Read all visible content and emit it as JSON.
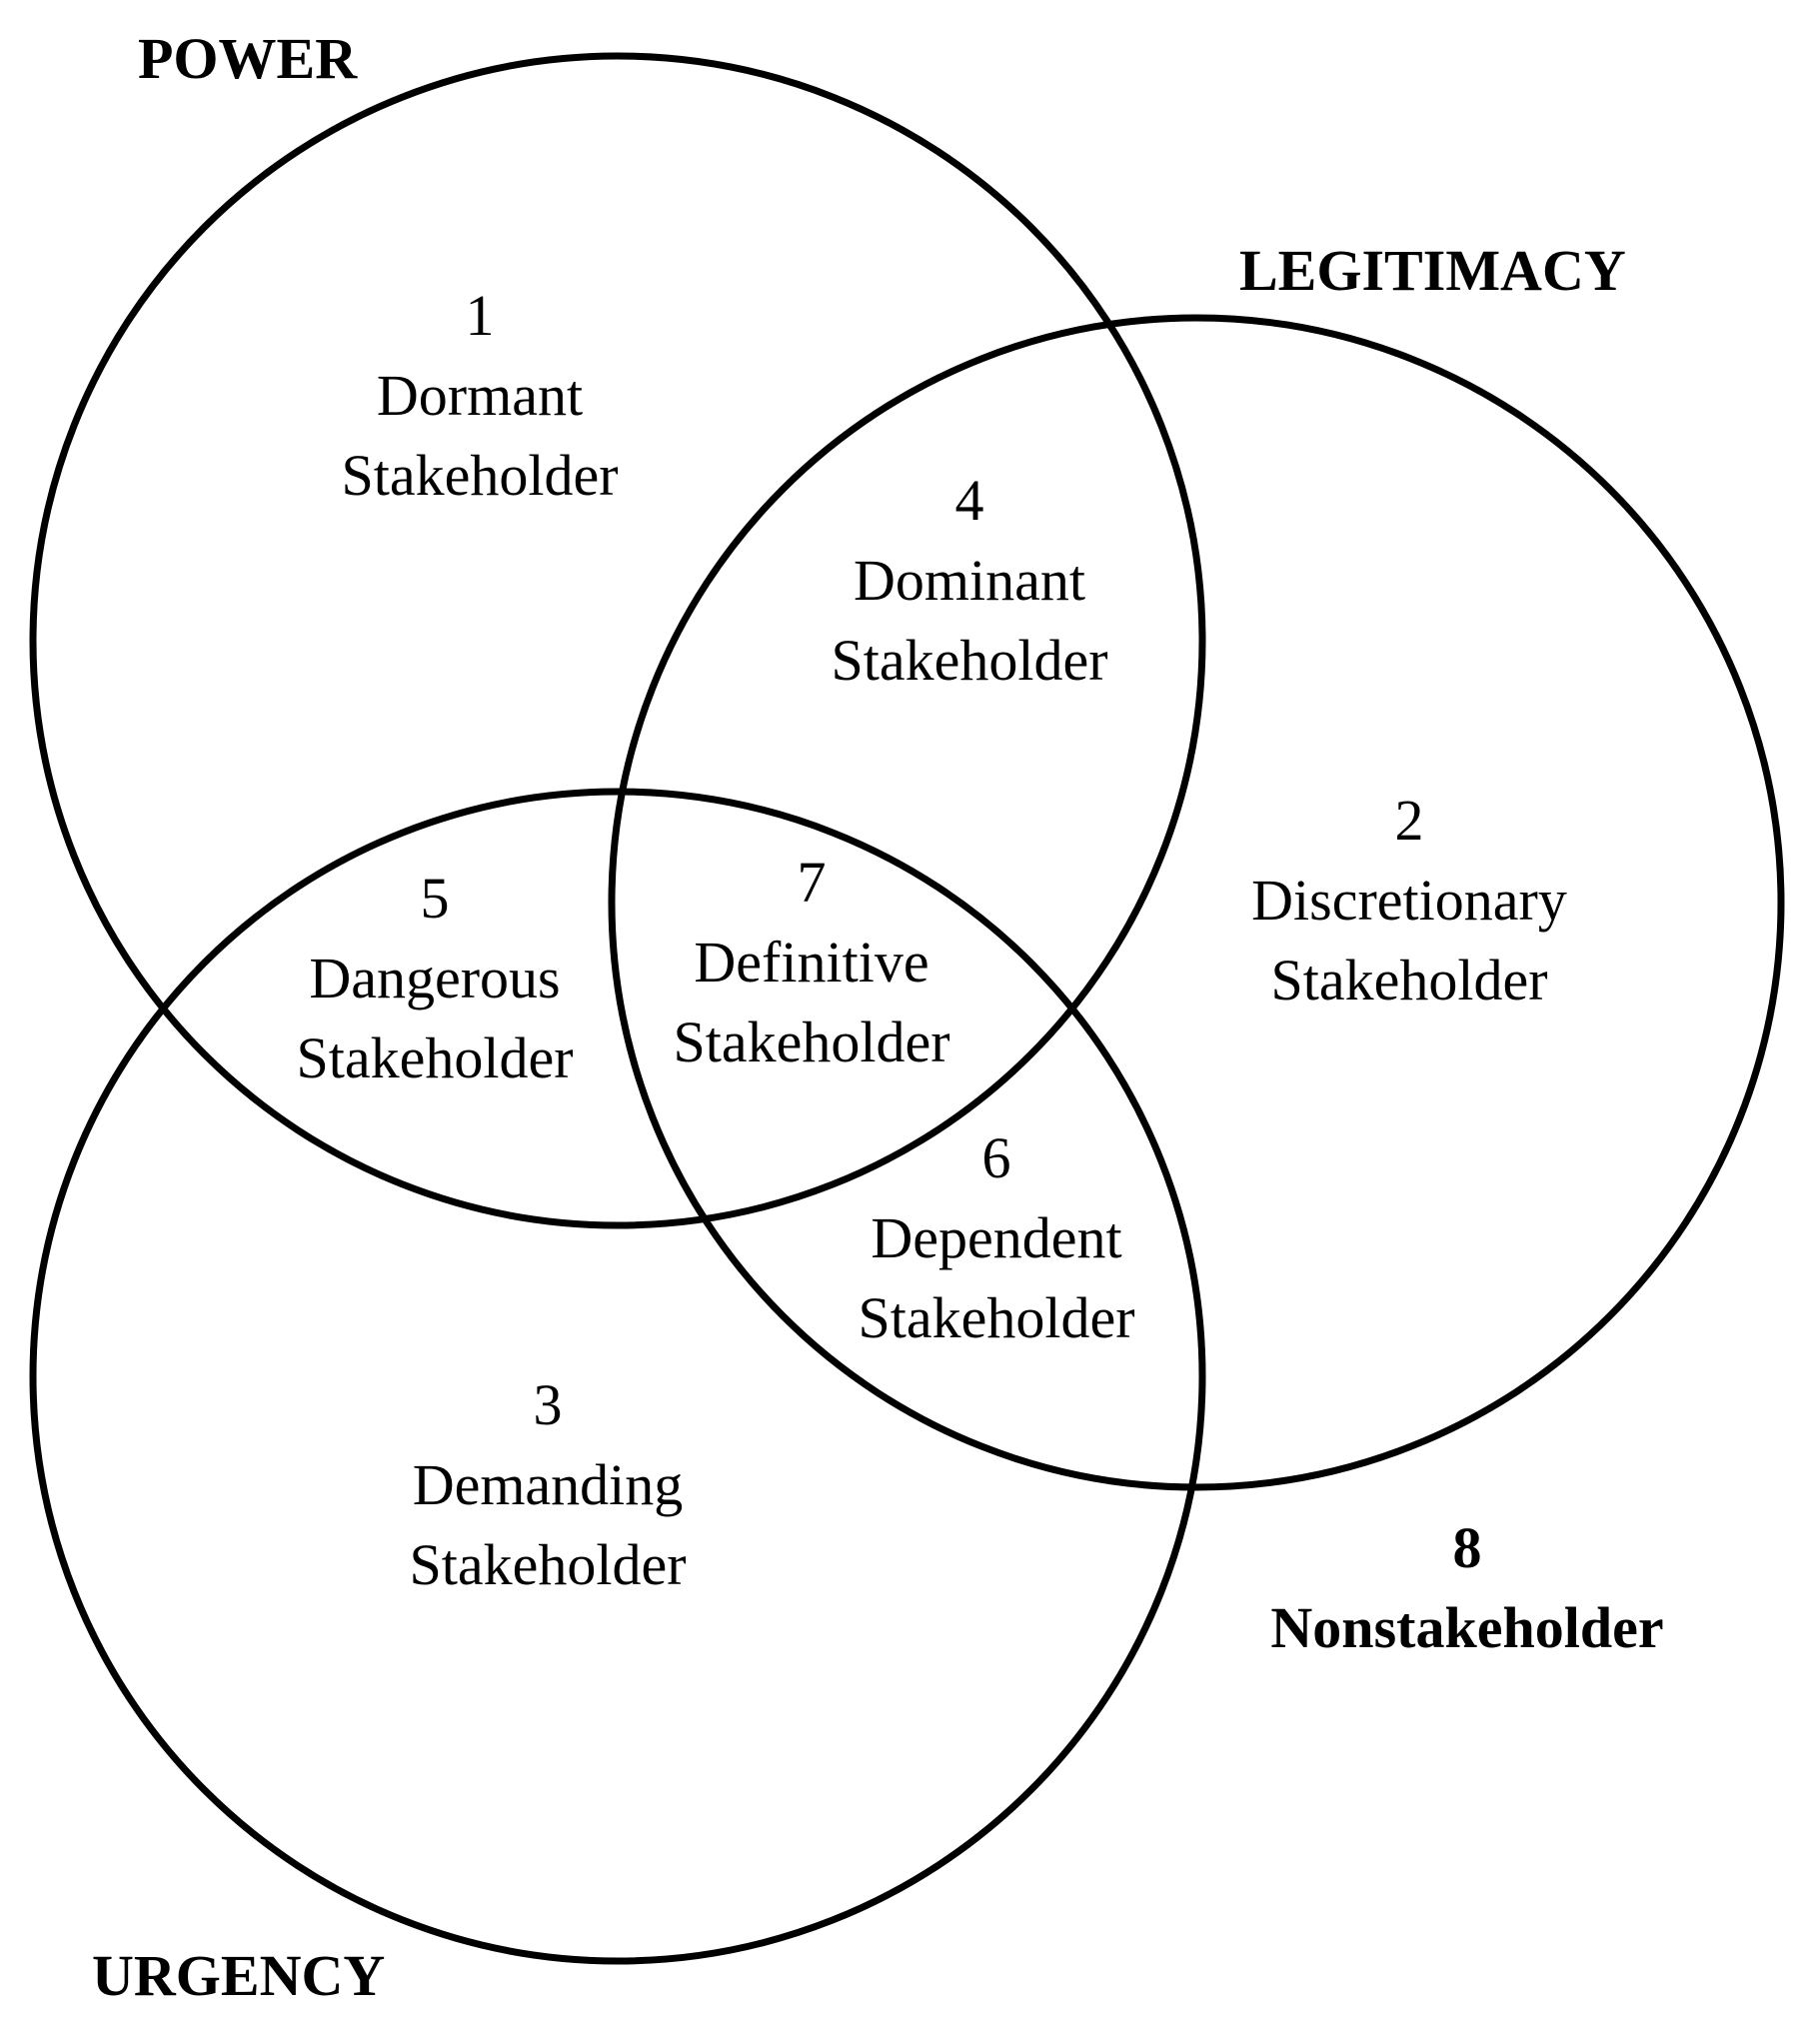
{
  "sets": {
    "power": "POWER",
    "legitimacy": "LEGITIMACY",
    "urgency": "URGENCY"
  },
  "regions": {
    "r1": {
      "number": "1",
      "line1": "Dormant",
      "line2": "Stakeholder"
    },
    "r2": {
      "number": "2",
      "line1": "Discretionary",
      "line2": "Stakeholder"
    },
    "r3": {
      "number": "3",
      "line1": "Demanding",
      "line2": "Stakeholder"
    },
    "r4": {
      "number": "4",
      "line1": "Dominant",
      "line2": "Stakeholder"
    },
    "r5": {
      "number": "5",
      "line1": "Dangerous",
      "line2": "Stakeholder"
    },
    "r6": {
      "number": "6",
      "line1": "Dependent",
      "line2": "Stakeholder"
    },
    "r7": {
      "number": "7",
      "line1": "Definitive",
      "line2": "Stakeholder"
    },
    "r8": {
      "number": "8",
      "line1": "Nonstakeholder"
    }
  }
}
